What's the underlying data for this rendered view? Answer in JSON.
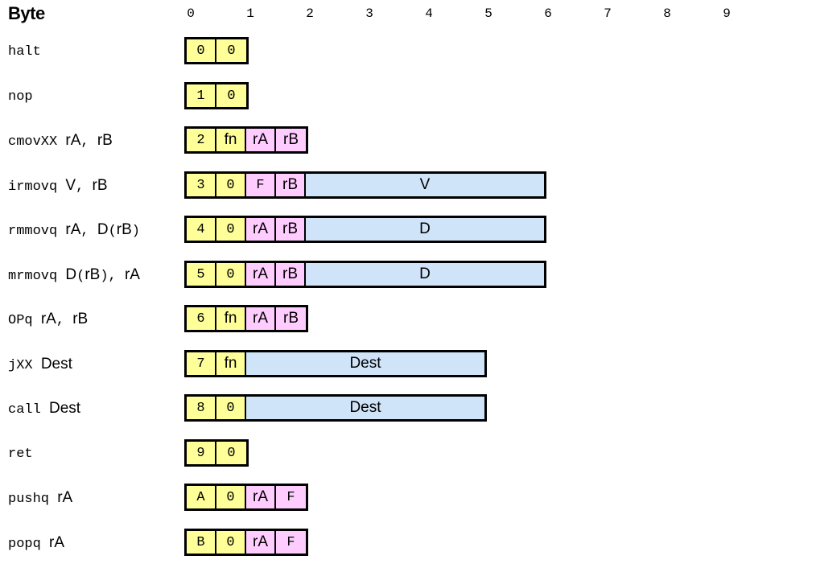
{
  "title": "Byte",
  "byte_numbers": [
    "0",
    "1",
    "2",
    "3",
    "4",
    "5",
    "6",
    "7",
    "8",
    "9"
  ],
  "instructions": [
    {
      "mnemonic": "halt",
      "operands": "",
      "fields": [
        {
          "text": "0",
          "kind": "hex",
          "color": "yellow",
          "width": 1
        },
        {
          "text": "0",
          "kind": "hex",
          "color": "yellow",
          "width": 1
        }
      ]
    },
    {
      "mnemonic": "nop",
      "operands": "",
      "fields": [
        {
          "text": "1",
          "kind": "hex",
          "color": "yellow",
          "width": 1
        },
        {
          "text": "0",
          "kind": "hex",
          "color": "yellow",
          "width": 1
        }
      ]
    },
    {
      "mnemonic": "cmovXX",
      "operands": [
        {
          "t": "rA",
          "s": "sans"
        },
        {
          "t": ", ",
          "s": "mono"
        },
        {
          "t": "rB",
          "s": "sans"
        }
      ],
      "fields": [
        {
          "text": "2",
          "kind": "hex",
          "color": "yellow",
          "width": 1
        },
        {
          "text": "fn",
          "kind": "sym",
          "color": "yellow",
          "width": 1
        },
        {
          "text": "rA",
          "kind": "sym",
          "color": "pink",
          "width": 1
        },
        {
          "text": "rB",
          "kind": "sym",
          "color": "pink",
          "width": 1
        }
      ]
    },
    {
      "mnemonic": "irmovq",
      "operands": [
        {
          "t": "V",
          "s": "sans"
        },
        {
          "t": ", ",
          "s": "mono"
        },
        {
          "t": "rB",
          "s": "sans"
        }
      ],
      "fields": [
        {
          "text": "3",
          "kind": "hex",
          "color": "yellow",
          "width": 1
        },
        {
          "text": "0",
          "kind": "hex",
          "color": "yellow",
          "width": 1
        },
        {
          "text": "F",
          "kind": "hex",
          "color": "pink",
          "width": 1
        },
        {
          "text": "rB",
          "kind": "sym",
          "color": "pink",
          "width": 1
        },
        {
          "text": "V",
          "kind": "sym",
          "color": "blue",
          "width": 8
        }
      ]
    },
    {
      "mnemonic": "rmmovq",
      "operands": [
        {
          "t": "rA",
          "s": "sans"
        },
        {
          "t": ", ",
          "s": "mono"
        },
        {
          "t": "D",
          "s": "sans"
        },
        {
          "t": "(",
          "s": "mono"
        },
        {
          "t": "rB",
          "s": "sans"
        },
        {
          "t": ")",
          "s": "mono"
        }
      ],
      "fields": [
        {
          "text": "4",
          "kind": "hex",
          "color": "yellow",
          "width": 1
        },
        {
          "text": "0",
          "kind": "hex",
          "color": "yellow",
          "width": 1
        },
        {
          "text": "rA",
          "kind": "sym",
          "color": "pink",
          "width": 1
        },
        {
          "text": "rB",
          "kind": "sym",
          "color": "pink",
          "width": 1
        },
        {
          "text": "D",
          "kind": "sym",
          "color": "blue",
          "width": 8
        }
      ]
    },
    {
      "mnemonic": "mrmovq",
      "operands": [
        {
          "t": "D",
          "s": "sans"
        },
        {
          "t": "(",
          "s": "mono"
        },
        {
          "t": "rB",
          "s": "sans"
        },
        {
          "t": "), ",
          "s": "mono"
        },
        {
          "t": "rA",
          "s": "sans"
        }
      ],
      "fields": [
        {
          "text": "5",
          "kind": "hex",
          "color": "yellow",
          "width": 1
        },
        {
          "text": "0",
          "kind": "hex",
          "color": "yellow",
          "width": 1
        },
        {
          "text": "rA",
          "kind": "sym",
          "color": "pink",
          "width": 1
        },
        {
          "text": "rB",
          "kind": "sym",
          "color": "pink",
          "width": 1
        },
        {
          "text": "D",
          "kind": "sym",
          "color": "blue",
          "width": 8
        }
      ]
    },
    {
      "mnemonic": "OPq",
      "operands": [
        {
          "t": "rA",
          "s": "sans"
        },
        {
          "t": ", ",
          "s": "mono"
        },
        {
          "t": "rB",
          "s": "sans"
        }
      ],
      "fields": [
        {
          "text": "6",
          "kind": "hex",
          "color": "yellow",
          "width": 1
        },
        {
          "text": "fn",
          "kind": "sym",
          "color": "yellow",
          "width": 1
        },
        {
          "text": "rA",
          "kind": "sym",
          "color": "pink",
          "width": 1
        },
        {
          "text": "rB",
          "kind": "sym",
          "color": "pink",
          "width": 1
        }
      ]
    },
    {
      "mnemonic": "jXX",
      "operands": [
        {
          "t": "Dest",
          "s": "sans"
        }
      ],
      "fields": [
        {
          "text": "7",
          "kind": "hex",
          "color": "yellow",
          "width": 1
        },
        {
          "text": "fn",
          "kind": "sym",
          "color": "yellow",
          "width": 1
        },
        {
          "text": "Dest",
          "kind": "sym",
          "color": "blue",
          "width": 8
        }
      ]
    },
    {
      "mnemonic": "call",
      "operands": [
        {
          "t": "Dest",
          "s": "sans"
        }
      ],
      "fields": [
        {
          "text": "8",
          "kind": "hex",
          "color": "yellow",
          "width": 1
        },
        {
          "text": "0",
          "kind": "hex",
          "color": "yellow",
          "width": 1
        },
        {
          "text": "Dest",
          "kind": "sym",
          "color": "blue",
          "width": 8
        }
      ]
    },
    {
      "mnemonic": "ret",
      "operands": "",
      "fields": [
        {
          "text": "9",
          "kind": "hex",
          "color": "yellow",
          "width": 1
        },
        {
          "text": "0",
          "kind": "hex",
          "color": "yellow",
          "width": 1
        }
      ]
    },
    {
      "mnemonic": "pushq",
      "operands": [
        {
          "t": "rA",
          "s": "sans"
        }
      ],
      "fields": [
        {
          "text": "A",
          "kind": "hex",
          "color": "yellow",
          "width": 1
        },
        {
          "text": "0",
          "kind": "hex",
          "color": "yellow",
          "width": 1
        },
        {
          "text": "rA",
          "kind": "sym",
          "color": "pink",
          "width": 1
        },
        {
          "text": "F",
          "kind": "hex",
          "color": "pink",
          "width": 1
        }
      ]
    },
    {
      "mnemonic": "popq",
      "operands": [
        {
          "t": "rA",
          "s": "sans"
        }
      ],
      "fields": [
        {
          "text": "B",
          "kind": "hex",
          "color": "yellow",
          "width": 1
        },
        {
          "text": "0",
          "kind": "hex",
          "color": "yellow",
          "width": 1
        },
        {
          "text": "rA",
          "kind": "sym",
          "color": "pink",
          "width": 1
        },
        {
          "text": "F",
          "kind": "hex",
          "color": "pink",
          "width": 1
        }
      ]
    }
  ]
}
